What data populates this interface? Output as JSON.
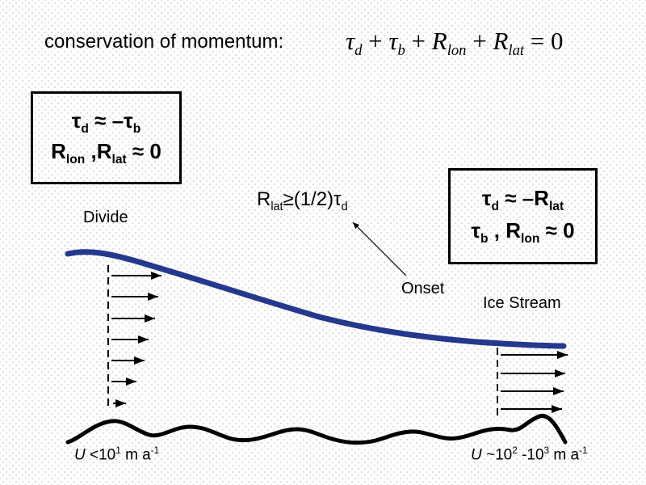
{
  "slide": {
    "title": "conservation of momentum:",
    "equation": [
      {
        "t": "τ",
        "i": true
      },
      {
        "sub": "d"
      },
      {
        "t": " + "
      },
      {
        "t": "τ",
        "i": true
      },
      {
        "sub": "b"
      },
      {
        "t": " + "
      },
      {
        "t": "R",
        "i": true
      },
      {
        "sub": "lon"
      },
      {
        "t": " + "
      },
      {
        "t": "R",
        "i": true
      },
      {
        "sub": "lat"
      },
      {
        "t": " = 0"
      }
    ],
    "box_divide_regime": {
      "line1": [
        {
          "t": "τ"
        },
        {
          "sub": "d"
        },
        {
          "t": " ≈ –"
        },
        {
          "t": "τ"
        },
        {
          "sub": "b"
        }
      ],
      "line2": [
        {
          "t": "R"
        },
        {
          "sub": "lon"
        },
        {
          "t": " ,"
        },
        {
          "t": "R"
        },
        {
          "sub": "lat"
        },
        {
          "t": " ≈ 0"
        }
      ]
    },
    "box_stream_regime": {
      "line1": [
        {
          "t": "τ"
        },
        {
          "sub": "d"
        },
        {
          "t": " ≈ –"
        },
        {
          "t": "R"
        },
        {
          "sub": "lat"
        }
      ],
      "line2": [
        {
          "t": "τ"
        },
        {
          "sub": "b"
        },
        {
          "t": " , "
        },
        {
          "t": "R"
        },
        {
          "sub": "lon"
        },
        {
          "t": " ≈ 0"
        }
      ]
    },
    "onset_relation": [
      {
        "t": "R"
      },
      {
        "sub": "lat"
      },
      {
        "t": "≥(1/2)"
      },
      {
        "t": "τ"
      },
      {
        "sub": "d"
      }
    ],
    "labels": {
      "divide": "Divide",
      "onset": "Onset",
      "ice_stream": "Ice Stream"
    },
    "velocity_left_label": [
      {
        "t": "U",
        "i": true
      },
      {
        "t": " <10"
      },
      {
        "sup": "1"
      },
      {
        "t": " m a"
      },
      {
        "sup": "-1"
      }
    ],
    "velocity_right_label": [
      {
        "t": "U",
        "i": true
      },
      {
        "t": " ~10"
      },
      {
        "sup": "2"
      },
      {
        "t": " -10"
      },
      {
        "sup": "3"
      },
      {
        "t": " m a"
      },
      {
        "sup": "-1"
      }
    ],
    "icons": {
      "velocity_arrow": "→",
      "annotation_arrow": "↖"
    },
    "colors": {
      "surface_curve": "#24388e",
      "ink": "#000000",
      "background_dot": "#c2c2c2"
    }
  }
}
